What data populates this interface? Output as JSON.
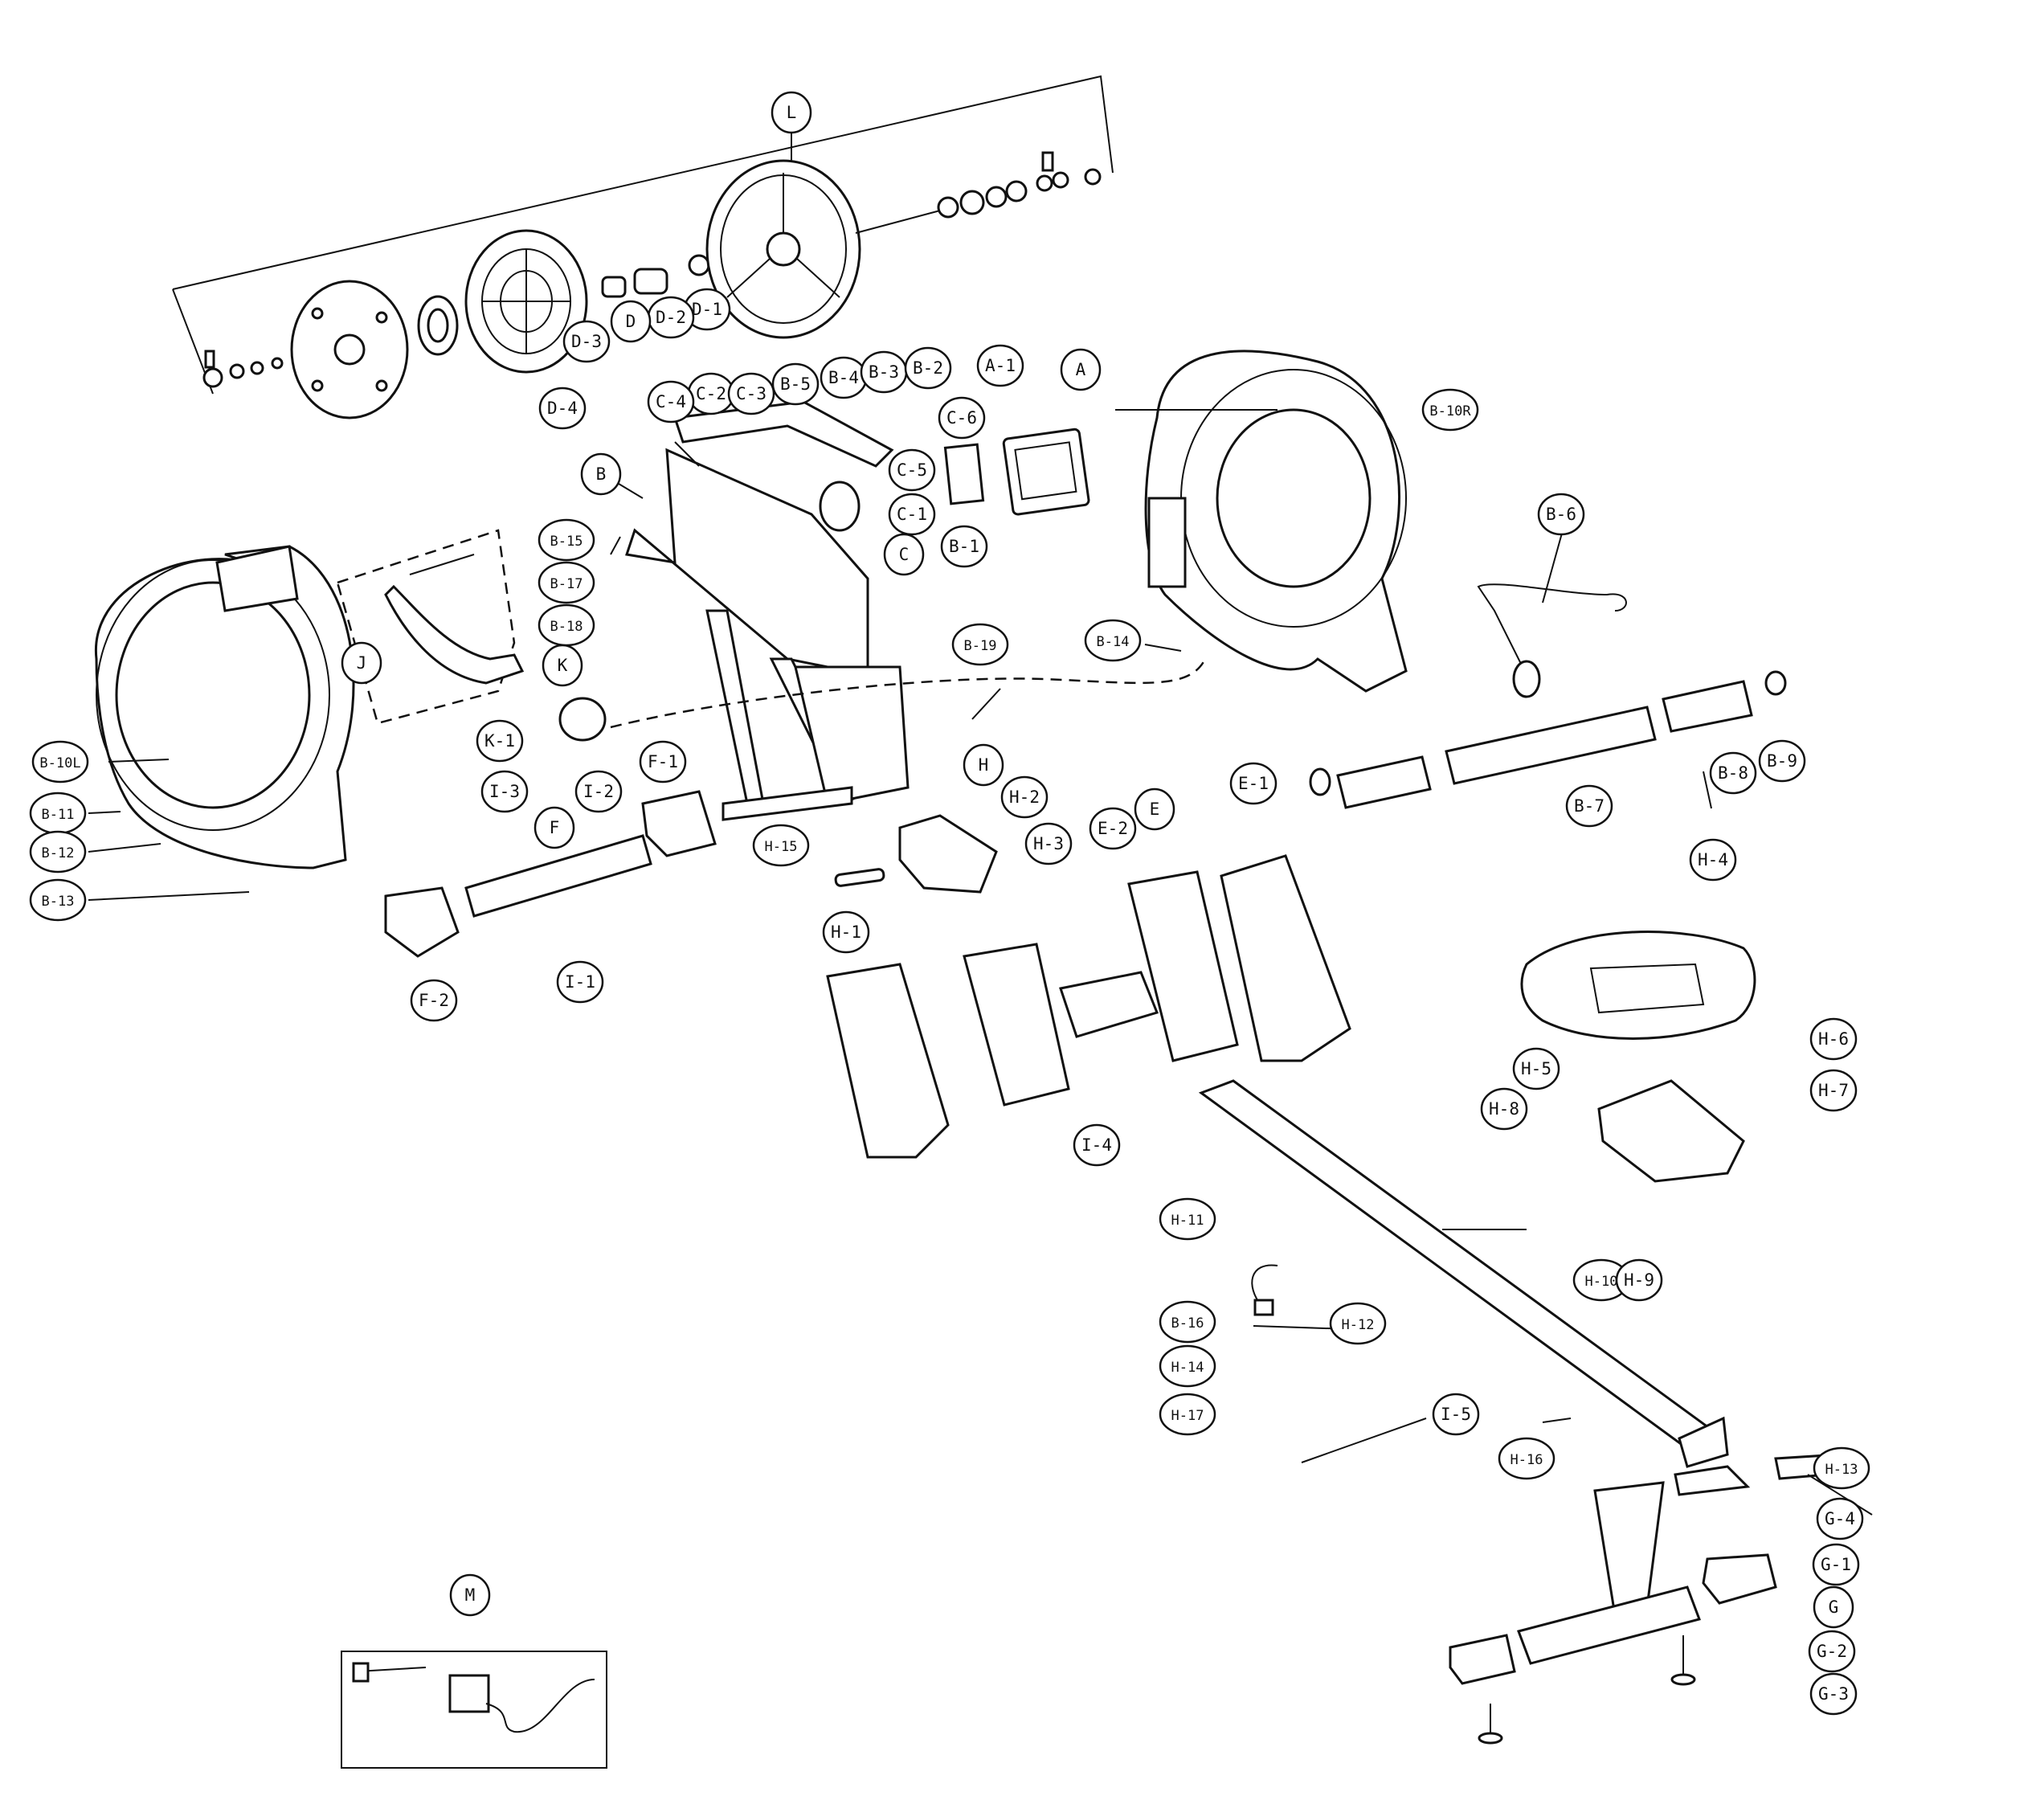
{
  "diagram": {
    "labels": [
      "L",
      "D-1",
      "D-2",
      "D",
      "D-3",
      "D-4",
      "C-2",
      "C-3",
      "C-4",
      "B-5",
      "B-4",
      "B-3",
      "B-2",
      "C-6",
      "C-5",
      "C-1",
      "C",
      "A-1",
      "A",
      "B-1",
      "B",
      "B-10R",
      "B-6",
      "B-15",
      "B-17",
      "B-18",
      "B-14",
      "B-19",
      "J",
      "K",
      "K-1",
      "B-10L",
      "B-11",
      "B-12",
      "B-13",
      "I-3",
      "I-2",
      "F-1",
      "F",
      "F-2",
      "I-1",
      "H",
      "H-2",
      "H-3",
      "H-15",
      "H-1",
      "E-2",
      "E",
      "E-1",
      "B-7",
      "B-8",
      "B-9",
      "H-4",
      "H-6",
      "H-5",
      "H-7",
      "H-8",
      "H-10",
      "H-9",
      "I-4",
      "H-11",
      "B-16",
      "H-12",
      "H-14",
      "H-17",
      "I-5",
      "H-16",
      "H-13",
      "G-4",
      "G-1",
      "G",
      "G-2",
      "G-3",
      "M"
    ]
  }
}
